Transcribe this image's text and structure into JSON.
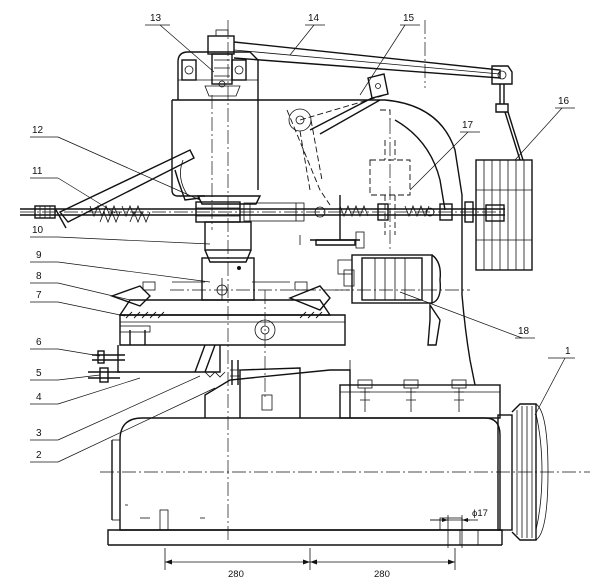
{
  "callouts": [
    {
      "id": "c1",
      "text": "1"
    },
    {
      "id": "c2",
      "text": "2"
    },
    {
      "id": "c3",
      "text": "3"
    },
    {
      "id": "c4",
      "text": "4"
    },
    {
      "id": "c5",
      "text": "5"
    },
    {
      "id": "c6",
      "text": "6"
    },
    {
      "id": "c7",
      "text": "7"
    },
    {
      "id": "c8",
      "text": "8"
    },
    {
      "id": "c9",
      "text": "9"
    },
    {
      "id": "c10",
      "text": "10"
    },
    {
      "id": "c11",
      "text": "11"
    },
    {
      "id": "c12",
      "text": "12"
    },
    {
      "id": "c13",
      "text": "13"
    },
    {
      "id": "c14",
      "text": "14"
    },
    {
      "id": "c15",
      "text": "15"
    },
    {
      "id": "c16",
      "text": "16"
    },
    {
      "id": "c17",
      "text": "17"
    },
    {
      "id": "c18",
      "text": "18"
    }
  ],
  "dimensions": {
    "left_span": "280",
    "right_span": "280",
    "hole": "ϕ17"
  }
}
